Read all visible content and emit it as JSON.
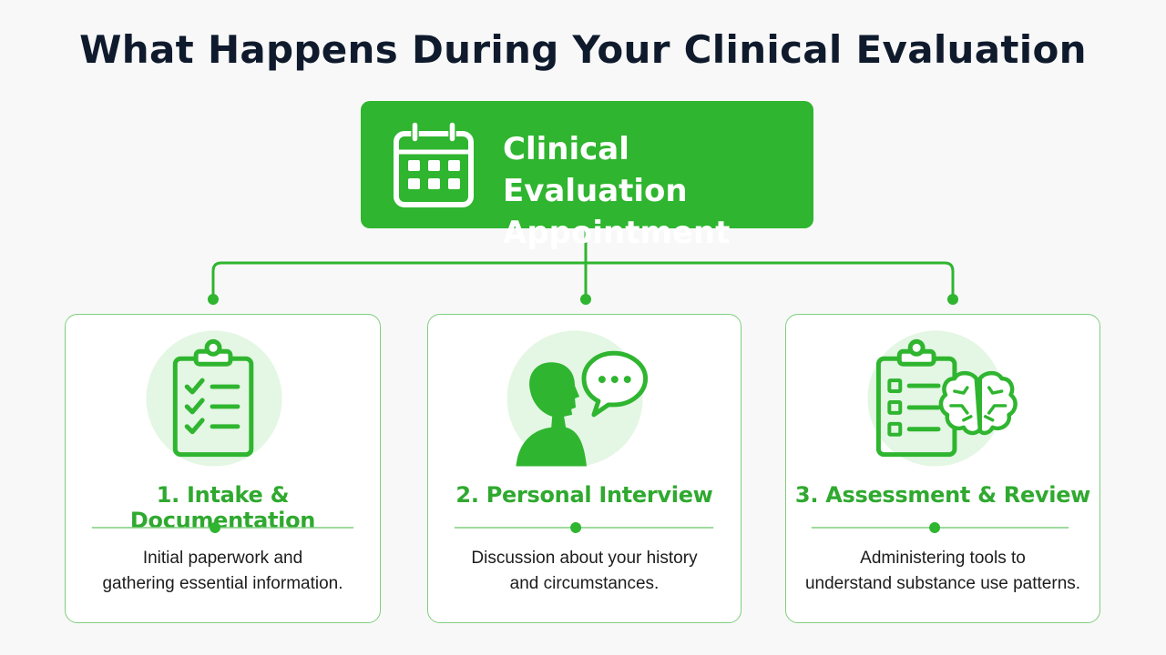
{
  "page": {
    "title": "What Happens During Your Clinical Evaluation"
  },
  "header": {
    "line1": "Clinical Evaluation",
    "line2": "Appointment",
    "icon": "calendar-icon"
  },
  "steps": [
    {
      "title": "1. Intake & Documentation",
      "desc_line1": "Initial paperwork and",
      "desc_line2": "gathering essential information.",
      "icon": "clipboard-checklist-icon"
    },
    {
      "title": "2. Personal Interview",
      "desc_line1": "Discussion about your history",
      "desc_line2": "and circumstances.",
      "icon": "person-speech-icon"
    },
    {
      "title": "3. Assessment & Review",
      "desc_line1": "Administering tools to",
      "desc_line2": "understand substance use patterns.",
      "icon": "clipboard-brain-icon"
    }
  ],
  "colors": {
    "accent": "#2fb52f",
    "accent_dark": "#2fa92f",
    "accent_light": "#e4f6e4",
    "border": "#7fce7f",
    "title_text": "#0f1b2d",
    "body_text": "#1c1c1c",
    "background": "#f8f8f8"
  }
}
